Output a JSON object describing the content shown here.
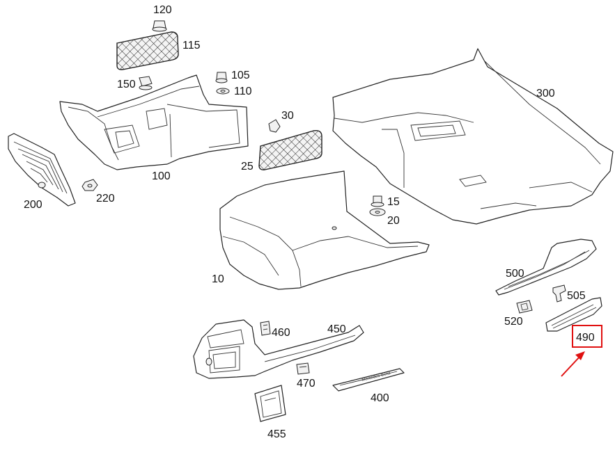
{
  "callouts": {
    "p120": "120",
    "p115": "115",
    "p150": "150",
    "p105": "105",
    "p110": "110",
    "p100": "100",
    "p200": "200",
    "p220": "220",
    "p30": "30",
    "p25": "25",
    "p300": "300",
    "p15": "15",
    "p20": "20",
    "p10": "10",
    "p500": "500",
    "p505": "505",
    "p520": "520",
    "p490": "490",
    "p460": "460",
    "p450": "450",
    "p470": "470",
    "p400": "400",
    "p455": "455"
  },
  "highlight": {
    "part": "490",
    "color": "#e01010"
  }
}
